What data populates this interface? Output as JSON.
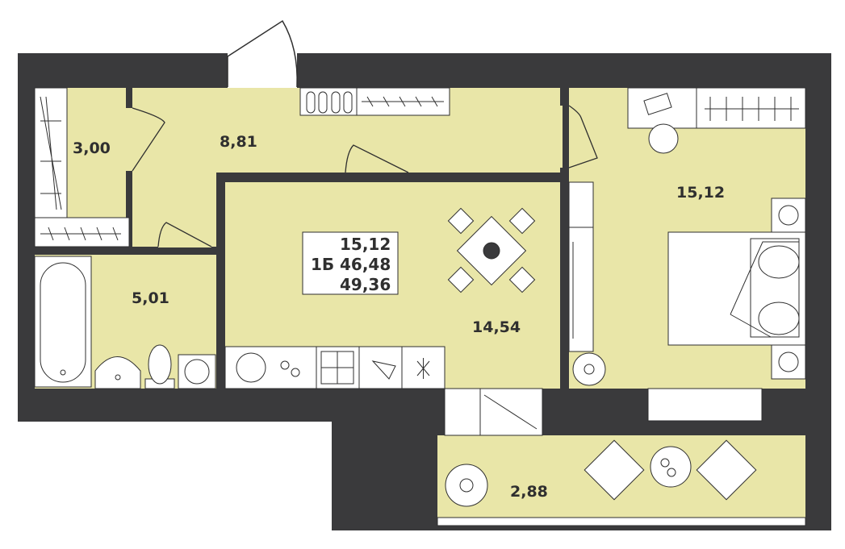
{
  "colors": {
    "wall": "#3a3a3c",
    "floor": "#e9e6a8",
    "line": "#2f2f2f",
    "white": "#ffffff"
  },
  "rooms": {
    "closet": {
      "area": "3,00"
    },
    "hall": {
      "area": "8,81"
    },
    "bathroom": {
      "area": "5,01"
    },
    "kitchen": {
      "area": "14,54"
    },
    "bedroom": {
      "area": "15,12"
    },
    "balcony": {
      "area": "2,88"
    }
  },
  "summary": {
    "living_area": "15,12",
    "unit_type": "1Б",
    "total_area": "46,48",
    "total_with_balcony": "49,36"
  },
  "icons": {
    "entrance": "door-swing-icon",
    "shoes": "shoe-rack-icon",
    "wardrobe": "wardrobe-hangers-icon",
    "desk": "desk-icon",
    "bed": "double-bed-icon",
    "table": "dining-table-icon",
    "stove": "stove-icon",
    "sink": "sink-icon",
    "bathtub": "bathtub-icon",
    "toilet": "toilet-icon",
    "washer": "washing-machine-icon",
    "plant": "plant-icon",
    "armchair": "armchair-icon"
  }
}
